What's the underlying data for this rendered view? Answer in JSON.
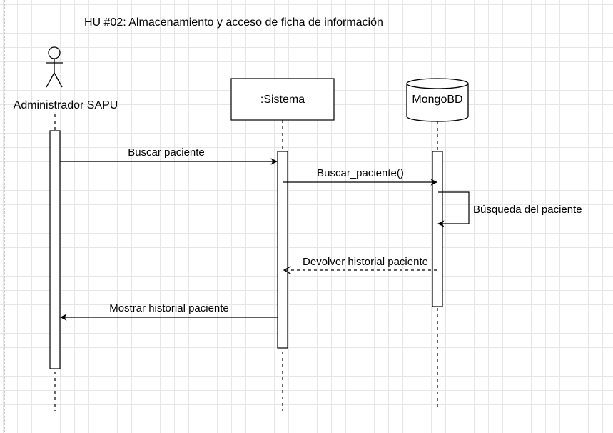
{
  "diagram": {
    "title": "HU #02: Almacenamiento y acceso de ficha de información",
    "participants": {
      "actor": {
        "label": "Administrador SAPU",
        "icon": "actor-stick-figure-icon"
      },
      "system": {
        "label": ":Sistema"
      },
      "database": {
        "label": "MongoBD",
        "icon": "database-cylinder-icon"
      }
    },
    "messages": [
      {
        "from": "Administrador SAPU",
        "to": ":Sistema",
        "label": "Buscar paciente",
        "kind": "synchronous"
      },
      {
        "from": ":Sistema",
        "to": "MongoBD",
        "label": "Buscar_paciente()",
        "kind": "synchronous"
      },
      {
        "from": "MongoBD",
        "to": "MongoBD",
        "label": "Búsqueda del paciente",
        "kind": "self-call"
      },
      {
        "from": "MongoBD",
        "to": ":Sistema",
        "label": "Devolver historial paciente",
        "kind": "return"
      },
      {
        "from": ":Sistema",
        "to": "Administrador SAPU",
        "label": "Mostrar historial paciente",
        "kind": "synchronous"
      }
    ],
    "colors": {
      "line": "#000000",
      "grid": "#e6e6e6",
      "background": "#ffffff"
    }
  }
}
